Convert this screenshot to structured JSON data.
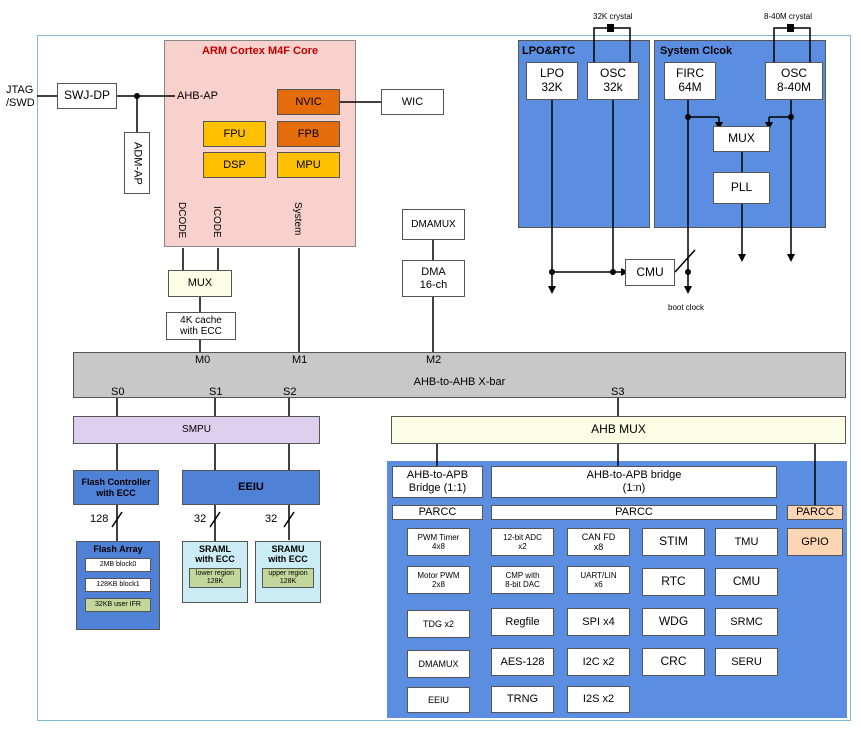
{
  "diagram": {
    "left_port": "JTAG\n/SWD",
    "swj_dp": "SWJ-DP",
    "adm_ap": "ADM-AP",
    "core": {
      "title": "ARM Cortex M4F Core",
      "ahb_ap": "AHB-AP",
      "nvic": "NVIC",
      "fpu": "FPU",
      "fpb": "FPB",
      "dsp": "DSP",
      "mpu": "MPU",
      "dcode": "DCODE",
      "icode": "ICODE",
      "system": "System"
    },
    "wic": "WIC",
    "core_mux": "MUX",
    "cache": "4K cache\nwith ECC",
    "dmamux_top": "DMAMUX",
    "dma": "DMA\n16-ch",
    "xbar": {
      "label": "AHB-to-AHB X-bar",
      "masters": [
        "M0",
        "M1",
        "M2"
      ],
      "slaves": [
        "S0",
        "S1",
        "S2",
        "S3"
      ]
    },
    "smpu": "SMPU",
    "flash_controller": "Flash Controller\nwith ECC",
    "eeiu_top": "EEIU",
    "bus_widths": [
      "128",
      "32",
      "32"
    ],
    "flash_array": {
      "title": "Flash Array",
      "items": [
        "2MB block0",
        "128KB block1",
        "32KB user IFR"
      ]
    },
    "sraml": {
      "title": "SRAML\nwith ECC",
      "region": "lower region\n128K"
    },
    "sramu": {
      "title": "SRAMU\nwith ECC",
      "region": "upper region\n128K"
    },
    "ahb_mux": "AHB MUX",
    "apb_bridge_1": "AHB-to-APB\nBridge (1:1)",
    "apb_bridge_n": "AHB-to-APB bridge\n(1:n)",
    "parcc_labels": [
      "PARCC",
      "PARCC",
      "PARCC"
    ],
    "gpio": "GPIO",
    "peripherals": {
      "pwm_timer": "PWM Timer\n4x8",
      "motor_pwm": "Motor PWM\n2x8",
      "tdg": "TDG x2",
      "dmamux": "DMAMUX",
      "eeiu": "EEIU",
      "adc": "12-bit ADC\nx2",
      "cmp": "CMP with\n8-bit DAC",
      "regfile": "Regfile",
      "aes": "AES-128",
      "trng": "TRNG",
      "can": "CAN FD\nx8",
      "uart": "UART/LIN\nx6",
      "spi": "SPI x4",
      "i2c": "I2C x2",
      "i2s": "I2S x2",
      "stim": "STIM",
      "rtc": "RTC",
      "wdg": "WDG",
      "crc": "CRC",
      "tmu": "TMU",
      "cmu_p": "CMU",
      "srmc": "SRMC",
      "seru": "SERU"
    },
    "lpo_rtc": {
      "title": "LPO&RTC",
      "lpo": "LPO\n32K",
      "osc": "OSC\n32k",
      "crystal": "32K crystal"
    },
    "system_clock": {
      "title": "System Clcok",
      "firc": "FIRC\n64M",
      "osc": "OSC\n8-40M",
      "mux": "MUX",
      "pll": "PLL",
      "crystal": "8-40M crystal"
    },
    "cmu": "CMU",
    "boot_clock": "boot clock"
  },
  "colors": {
    "core_bg": "#f8d0cc",
    "peripheral_bg": "#5b8ee0",
    "flash_bg": "#4f81d6",
    "sram_bg": "#ccecf5",
    "smpu_bg": "#ddd0ef",
    "xbar_bg": "#c8c8c8",
    "ahbmux_bg": "#fbfde5",
    "fpu_bg": "#ffc000",
    "nvic_bg": "#e46c0a",
    "gpio_bg": "#fcd5b4",
    "green_bg": "#c3d69b"
  }
}
